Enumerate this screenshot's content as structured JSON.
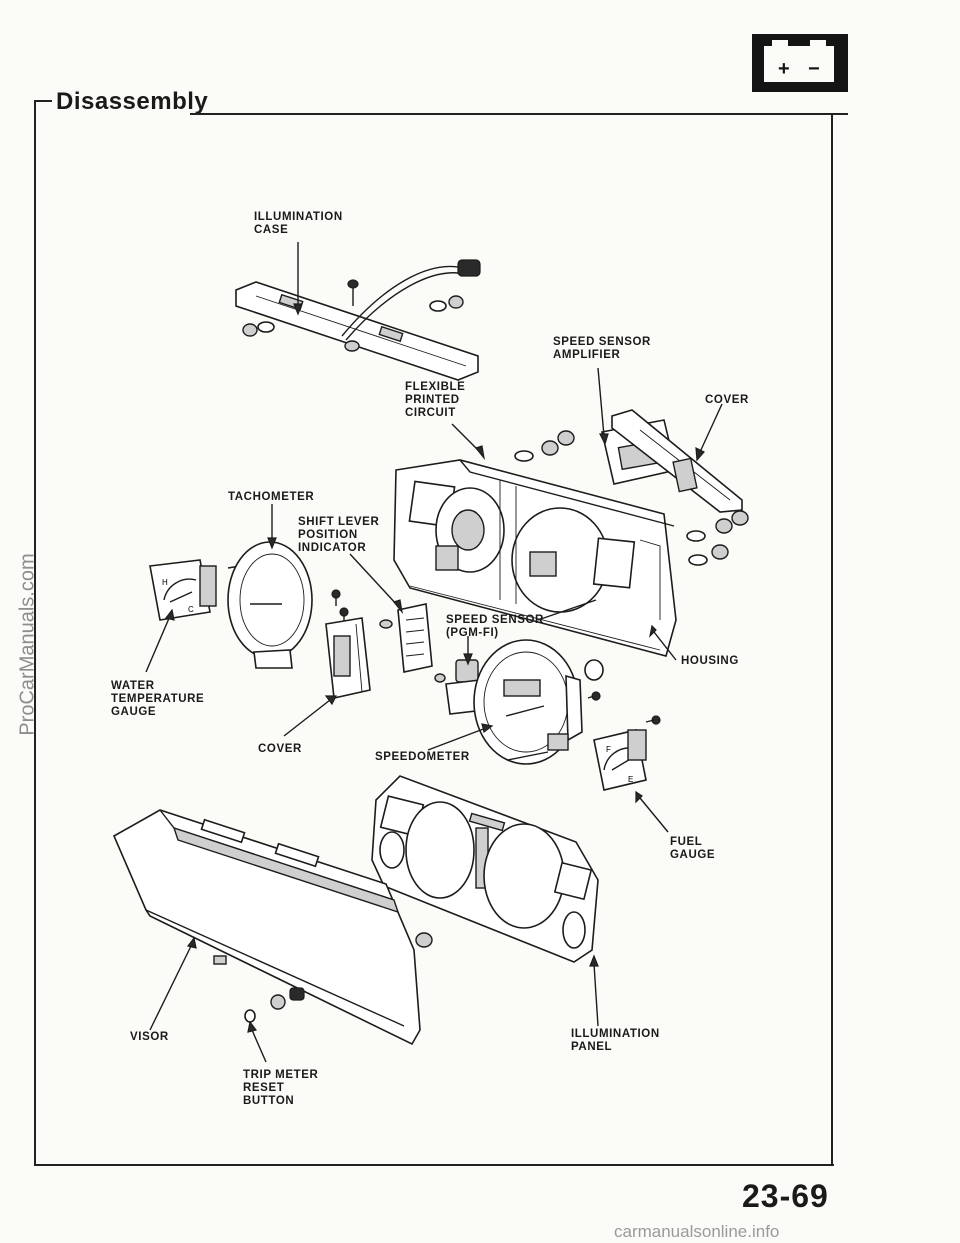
{
  "header": {
    "title": "Disassembly",
    "battery_icon": {
      "icon": "battery-icon",
      "plus": "+",
      "minus": "−"
    }
  },
  "labels": {
    "illumination_case": "ILLUMINATION\nCASE",
    "speed_sensor_amplifier": "SPEED SENSOR\nAMPLIFIER",
    "flexible_printed_circuit": "FLEXIBLE\nPRINTED\nCIRCUIT",
    "cover_top": "COVER",
    "tachometer": "TACHOMETER",
    "shift_lever_position_indicator": "SHIFT LEVER\nPOSITION\nINDICATOR",
    "speed_sensor_pgm_fi": "SPEED SENSOR\n(PGM-FI)",
    "housing": "HOUSING",
    "water_temperature_gauge": "WATER\nTEMPERATURE\nGAUGE",
    "cover_bottom": "COVER",
    "speedometer": "SPEEDOMETER",
    "fuel_gauge": "FUEL\nGAUGE",
    "visor": "VISOR",
    "illumination_panel": "ILLUMINATION\nPANEL",
    "trip_meter_reset_button": "TRIP METER\nRESET\nBUTTON"
  },
  "gauge_faces": {
    "water_h": "H",
    "water_c": "C",
    "fuel_f": "F",
    "fuel_e": "E"
  },
  "footer": {
    "page_number": "23-69",
    "watermark_side": "ProCarManuals.com",
    "watermark_bottom": "carmanualsonline.info"
  }
}
